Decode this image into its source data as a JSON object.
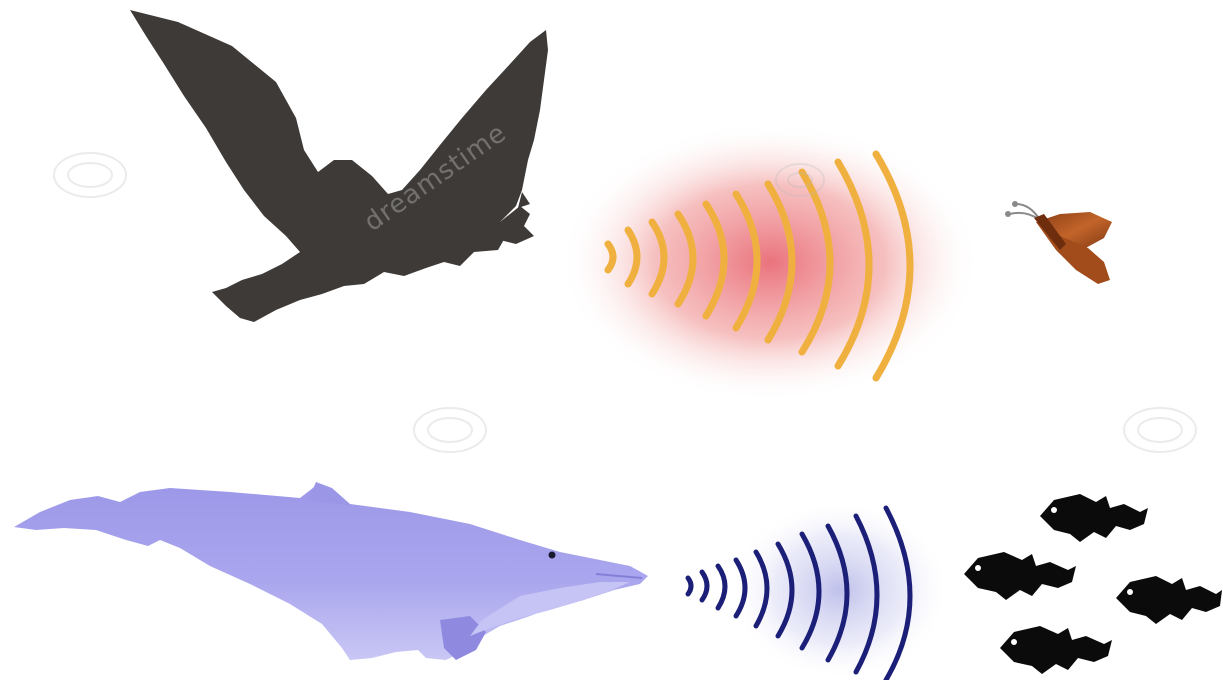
{
  "scene": {
    "top_row": {
      "animal": "bat",
      "wave_color": "#f0b040",
      "wave_glow_color": "#e8707a",
      "prey": "moth"
    },
    "bottom_row": {
      "animal": "dolphin",
      "wave_color": "#1c1f78",
      "wave_glow_color": "#b6b8e6",
      "prey": "fish"
    }
  },
  "colors": {
    "background": "#ffffff",
    "bat_body": "#3d3a37",
    "dolphin_body": "#a8a4ec",
    "dolphin_belly": "#c8c6f4",
    "moth_body": "#b0531c",
    "fish_body": "#0b0b0b"
  },
  "watermark": {
    "brand": "dreamstime"
  }
}
